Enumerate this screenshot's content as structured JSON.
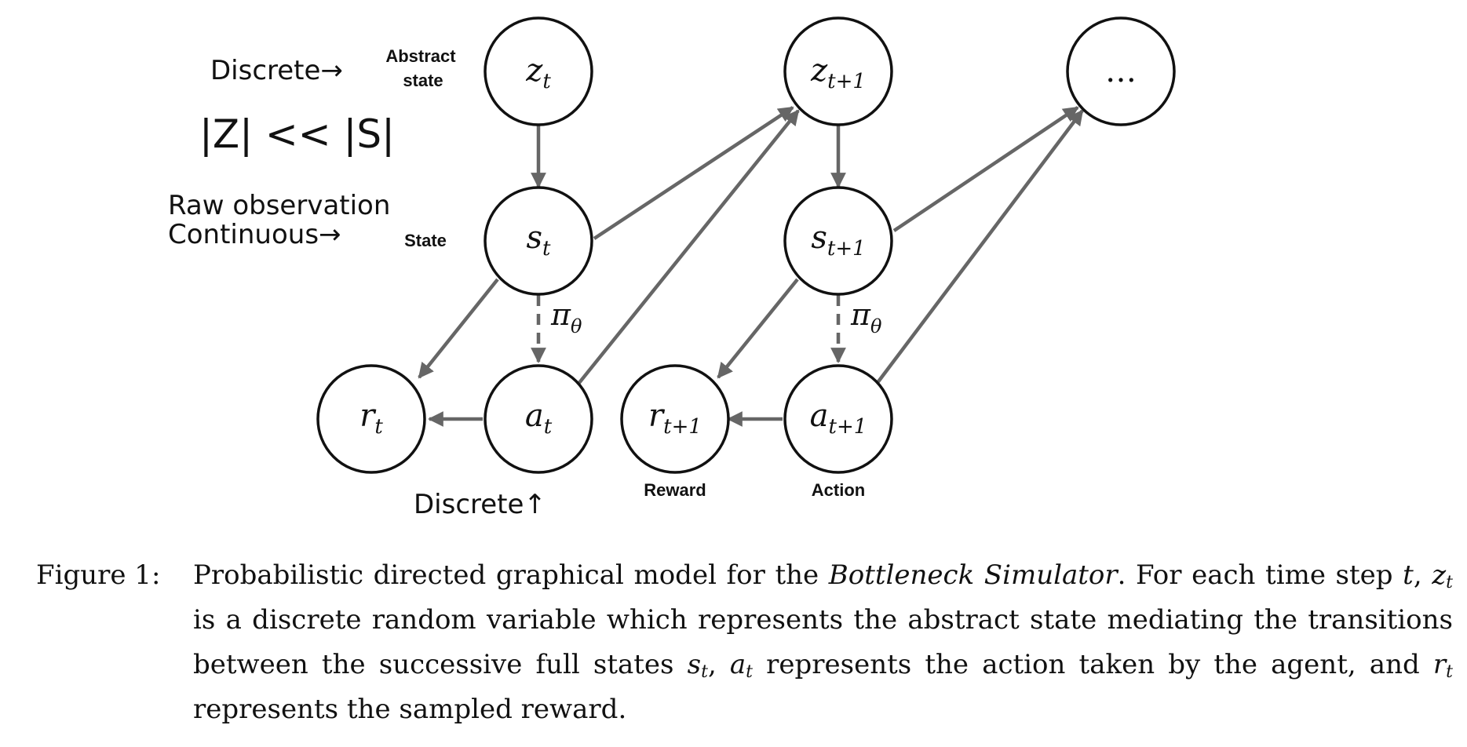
{
  "annotations": {
    "discrete_top": "Discrete→",
    "cardinality": "|Z| << |S|",
    "raw_observation": "Raw observation",
    "continuous": "Continuous→",
    "discrete_bottom": "Discrete↑"
  },
  "row_labels": {
    "abstract_state_line1": "Abstract",
    "abstract_state_line2": "state",
    "state": "State",
    "reward": "Reward",
    "action": "Action"
  },
  "nodes": {
    "z_t": {
      "base": "z",
      "sub": "t"
    },
    "z_t1": {
      "base": "z",
      "sub": "t+1"
    },
    "ellipsis": {
      "text": "…"
    },
    "s_t": {
      "base": "s",
      "sub": "t"
    },
    "s_t1": {
      "base": "s",
      "sub": "t+1"
    },
    "r_t": {
      "base": "r",
      "sub": "t"
    },
    "a_t": {
      "base": "a",
      "sub": "t"
    },
    "r_t1": {
      "base": "r",
      "sub": "t+1"
    },
    "a_t1": {
      "base": "a",
      "sub": "t+1"
    }
  },
  "edge_labels": {
    "policy_1": {
      "base": "π",
      "sub": "θ"
    },
    "policy_2": {
      "base": "π",
      "sub": "θ"
    }
  },
  "caption": {
    "label": "Figure 1:",
    "text_1": "Probabilistic directed graphical model for the ",
    "model_name": "Bottleneck Simulator",
    "text_2": ". For each time step ",
    "t": "t",
    "text_3": ", ",
    "z": "z",
    "z_sub": "t",
    "text_4": " is a discrete random variable which represents the abstract state mediating the transitions between the successive full states ",
    "s": "s",
    "s_sub": "t",
    "text_5": ", ",
    "a": "a",
    "a_sub": "t",
    "text_6": " represents the action taken by the agent, and ",
    "r": "r",
    "r_sub": "t",
    "text_7": " represents the sampled reward."
  },
  "colors": {
    "arrow": "#666666",
    "node_stroke": "#111111",
    "text": "#111111"
  }
}
